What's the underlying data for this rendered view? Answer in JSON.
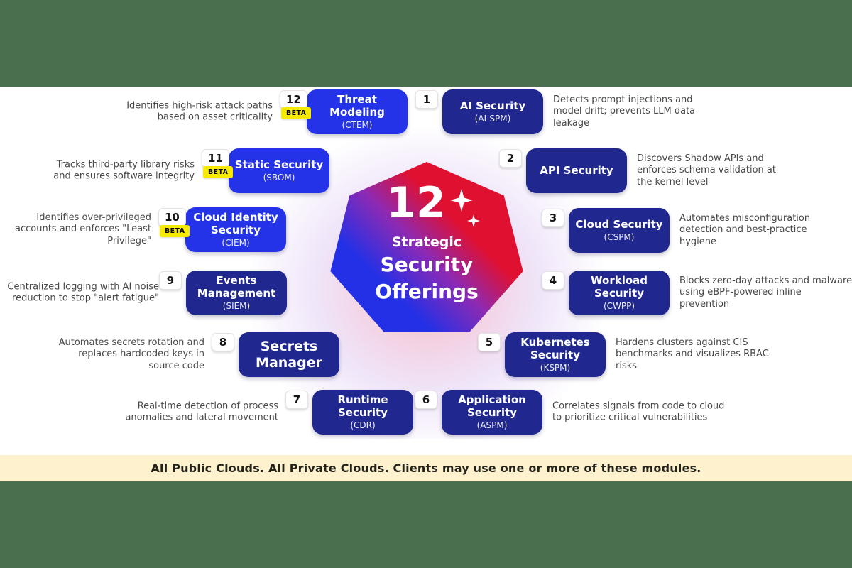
{
  "banner": {
    "text": "All Public Clouds. All Private Clouds. Clients may use one or more of these modules."
  },
  "center": {
    "number": "12",
    "line1": "Strategic",
    "line2": "Security",
    "line3": "Offerings",
    "sparkles": "four-point-stars",
    "gradient_from": "#2430e6",
    "gradient_to": "#e01030"
  },
  "beta_label": "BETA",
  "colors": {
    "navy_pill": "#20288f",
    "bright_blue_pill": "#2433e8",
    "beta_yellow": "#f5ea00",
    "frame_green": "#4a6f4e",
    "banner_cream": "#fdf1ce"
  },
  "modules": [
    {
      "number": "1",
      "title": "AI Security",
      "acronym": "(AI-SPM)",
      "beta": false,
      "desc": "Detects prompt injections and model drift; prevents LLM data leakage"
    },
    {
      "number": "2",
      "title": "API Security",
      "acronym": "",
      "beta": false,
      "desc": "Discovers Shadow APIs and enforces schema validation at the kernel level"
    },
    {
      "number": "3",
      "title": "Cloud Security",
      "acronym": "(CSPM)",
      "beta": false,
      "desc": "Automates misconfiguration detection and best-practice hygiene"
    },
    {
      "number": "4",
      "title": "Workload Security",
      "acronym": "(CWPP)",
      "beta": false,
      "desc": "Blocks zero-day attacks and malware using eBPF-powered inline prevention"
    },
    {
      "number": "5",
      "title": "Kubernetes Security",
      "acronym": "(KSPM)",
      "beta": false,
      "desc": "Hardens clusters against CIS benchmarks and visualizes RBAC risks"
    },
    {
      "number": "6",
      "title": "Application Security",
      "acronym": "(ASPM)",
      "beta": false,
      "desc": "Correlates signals from code to cloud to prioritize critical vulnerabilities"
    },
    {
      "number": "7",
      "title": "Runtime Security",
      "acronym": "(CDR)",
      "beta": false,
      "desc": "Real-time detection of process anomalies and lateral movement"
    },
    {
      "number": "8",
      "title": "Secrets Manager",
      "acronym": "",
      "beta": false,
      "desc": "Automates secrets rotation and replaces hardcoded keys in source code"
    },
    {
      "number": "9",
      "title": "Events Management",
      "acronym": "(SIEM)",
      "beta": false,
      "desc": "Centralized logging with AI noise reduction to stop \"alert fatigue\""
    },
    {
      "number": "10",
      "title": "Cloud Identity Security",
      "acronym": "(CIEM)",
      "beta": true,
      "desc": "Identifies over-privileged accounts and enforces \"Least Privilege\""
    },
    {
      "number": "11",
      "title": "Static Security",
      "acronym": "(SBOM)",
      "beta": true,
      "desc": "Tracks third-party library risks and ensures software integrity"
    },
    {
      "number": "12",
      "title": "Threat Modeling",
      "acronym": "(CTEM)",
      "beta": true,
      "desc": "Identifies high-risk attack paths based on asset criticality"
    }
  ]
}
